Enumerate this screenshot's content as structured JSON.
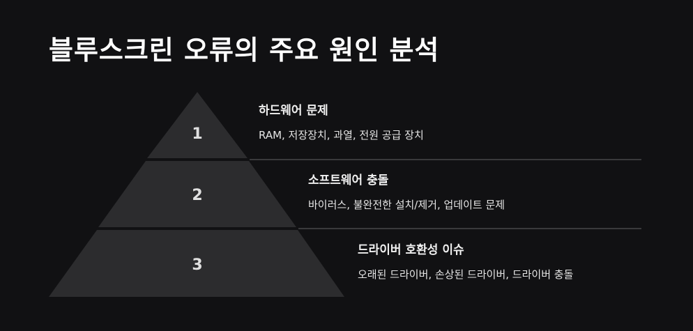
{
  "title": "블루스크린 오류의 주요 원인 분석",
  "colors": {
    "background": "#111113",
    "pyramid_fill": "#2c2c2e",
    "divider": "#3a3a3c",
    "text": "#ffffff"
  },
  "tiers": [
    {
      "number": "1",
      "title": "하드웨어 문제",
      "description": "RAM, 저장장치, 과열, 전원 공급 장치"
    },
    {
      "number": "2",
      "title": "소프트웨어 충돌",
      "description": "바이러스, 불완전한 설치/제거, 업데이트 문제"
    },
    {
      "number": "3",
      "title": "드라이버 호환성 이슈",
      "description": "오래된 드라이버, 손상된 드라이버, 드라이버 충돌"
    }
  ]
}
